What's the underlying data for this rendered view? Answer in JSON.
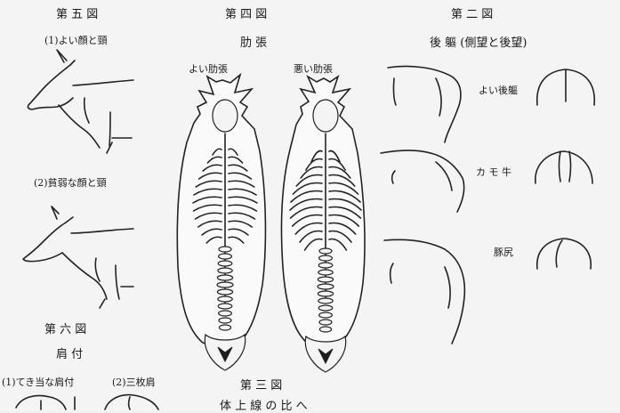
{
  "fig5": {
    "heading": "第 五 図",
    "caption1": "(1)よい顔と頸",
    "caption2": "(2)貧弱な顔と頸"
  },
  "fig4": {
    "heading": "第 四 図",
    "title": "肋 張",
    "good_label": "よい肋張",
    "bad_label": "悪い肋張"
  },
  "fig2": {
    "heading": "第 二 図",
    "title": "後 軀 (側望と後望)",
    "row1": "よい後軀",
    "row2": "カ モ 牛",
    "row3": "豚尻"
  },
  "fig6": {
    "heading": "第 六 図",
    "title": "肩 付",
    "caption1": "(1)てき当な肩付",
    "caption2": "(2)三枚肩"
  },
  "fig3": {
    "heading": "第 三 図",
    "title": "体 上 線 の 比 へ"
  }
}
